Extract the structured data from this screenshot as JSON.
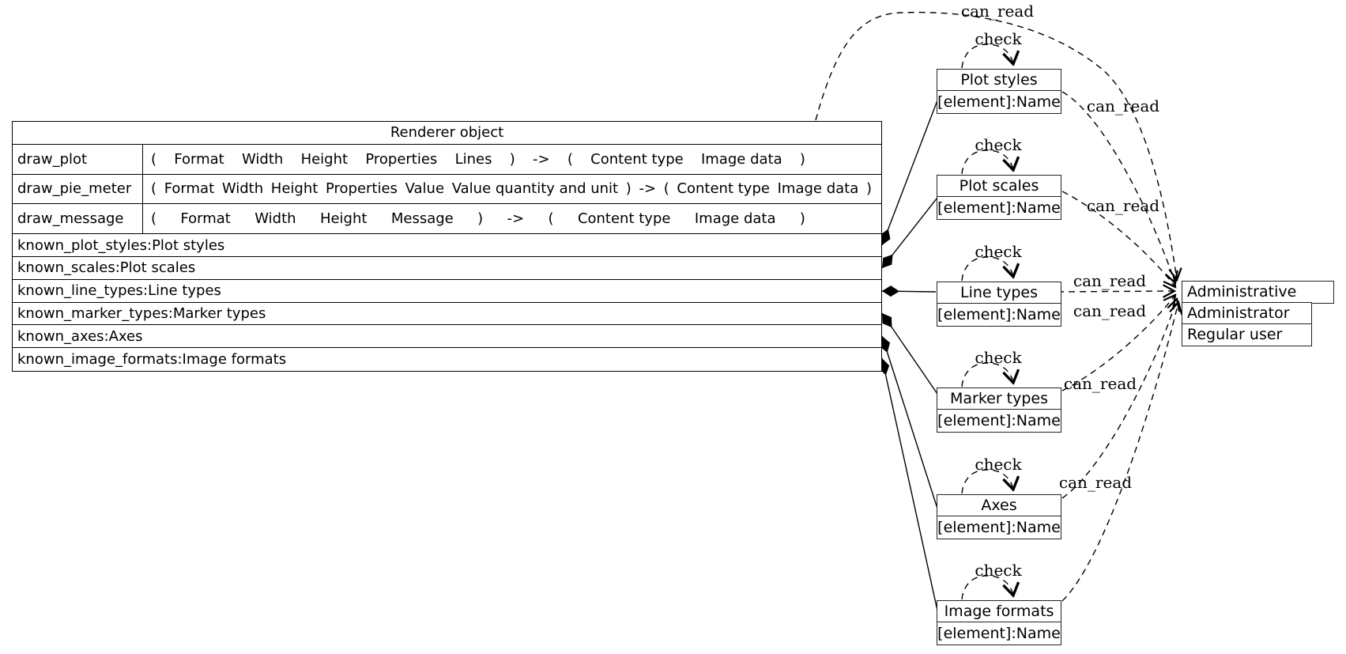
{
  "diagram": {
    "renderer_table": {
      "title": "Renderer object",
      "methods": [
        {
          "name": "draw_plot",
          "signature": [
            "(",
            "Format",
            "Width",
            "Height",
            "Properties",
            "Lines",
            ")",
            "->",
            "(",
            "Content type",
            "Image data",
            ")"
          ]
        },
        {
          "name": "draw_pie_meter",
          "signature": [
            "(",
            "Format",
            "Width",
            "Height",
            "Properties",
            "Value",
            "Value quantity and unit",
            ")",
            "->",
            "(",
            "Content type",
            "Image data",
            ")"
          ]
        },
        {
          "name": "draw_message",
          "signature": [
            "(",
            "Format",
            "Width",
            "Height",
            "Message",
            ")",
            "->",
            "(",
            "Content type",
            "Image data",
            ")"
          ]
        }
      ],
      "attributes": [
        "known_plot_styles:Plot styles",
        "known_scales:Plot scales",
        "known_line_types:Line types",
        "known_marker_types:Marker types",
        "known_axes:Axes",
        "known_image_formats:Image formats"
      ]
    },
    "element_nodes": [
      {
        "title": "Plot styles",
        "field": "[element]:Name"
      },
      {
        "title": "Plot scales",
        "field": "[element]:Name"
      },
      {
        "title": "Line types",
        "field": "[element]:Name"
      },
      {
        "title": "Marker types",
        "field": "[element]:Name"
      },
      {
        "title": "Axes",
        "field": "[element]:Name"
      },
      {
        "title": "Image formats",
        "field": "[element]:Name"
      }
    ],
    "user_node": {
      "title": "Administrative user",
      "rows": [
        "Administrator",
        "Regular user"
      ]
    },
    "edge_labels": {
      "can_read": "can_read",
      "check": "check"
    },
    "colors": {
      "line": "#000000",
      "node_border": "#222222",
      "background": "#ffffff"
    }
  }
}
